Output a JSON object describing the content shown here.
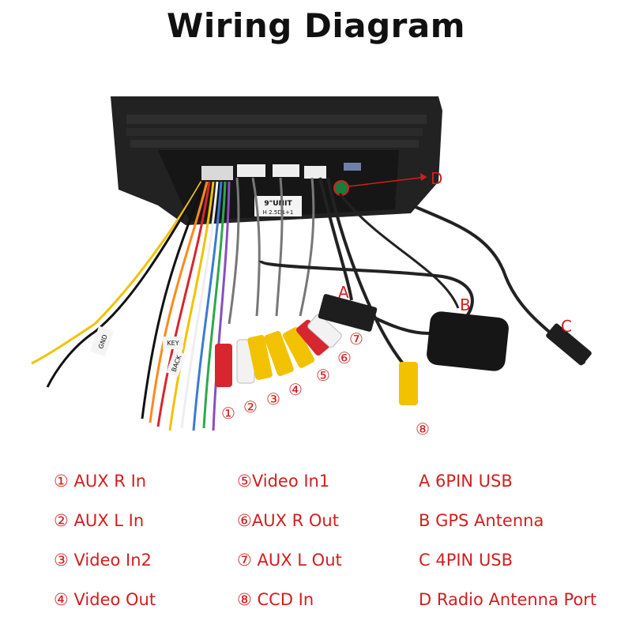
{
  "title": "Wiring Diagram",
  "callouts": {
    "A": "A",
    "B": "B",
    "C": "C",
    "D": "D",
    "n1": "①",
    "n2": "②",
    "n3": "③",
    "n4": "④",
    "n5": "⑤",
    "n6": "⑥",
    "n7": "⑦",
    "n8": "⑧"
  },
  "unit_label": "9\"UNIT",
  "unit_sub_label": "H 2.5D1+1",
  "tag_labels": [
    "GND",
    "KEY",
    "BACK"
  ],
  "legend": {
    "col1": [
      "① AUX R In",
      "② AUX L In",
      "③ Video In2",
      "④ Video Out"
    ],
    "col2": [
      "⑤Video In1",
      "⑥AUX R Out",
      "⑦ AUX L Out",
      "⑧ CCD In"
    ],
    "col3": [
      "A 6PIN USB",
      "B GPS Antenna",
      "C 4PIN USB",
      "D Radio Antenna Port"
    ]
  },
  "colors": {
    "callout_red": "#d21e1e",
    "rca_red": "#d8262e",
    "rca_white": "#f2f2f2",
    "rca_yellow": "#f2c200",
    "chassis": "#1e1e1e"
  }
}
